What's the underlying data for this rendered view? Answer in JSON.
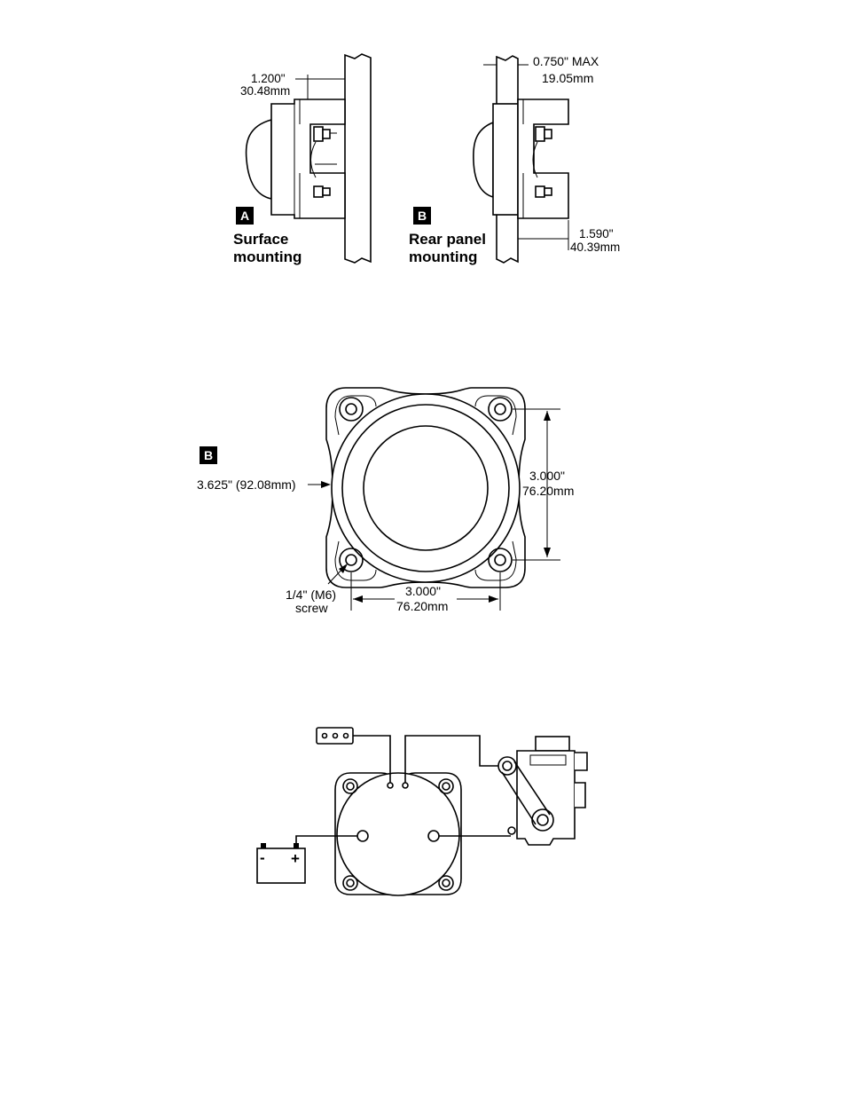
{
  "figures": {
    "side_views": {
      "view_a": {
        "badge": "A",
        "caption_line1": "Surface",
        "caption_line2": "mounting",
        "dim_inch": "1.200\"",
        "dim_mm": "30.48mm"
      },
      "view_b": {
        "badge": "B",
        "caption_line1": "Rear panel",
        "caption_line2": "mounting",
        "panel_dim_inch": "0.750\" MAX",
        "panel_dim_mm": "19.05mm",
        "depth_dim_inch": "1.590\"",
        "depth_dim_mm": "40.39mm"
      }
    },
    "front_view": {
      "badge": "B",
      "diameter_label": "3.625\" (92.08mm)",
      "vertical_dim_inch": "3.000\"",
      "vertical_dim_mm": "76.20mm",
      "horizontal_dim_inch": "3.000\"",
      "horizontal_dim_mm": "76.20mm",
      "screw_line1": "1/4\" (M6)",
      "screw_line2": "screw"
    },
    "wiring": {
      "battery_minus": "-",
      "battery_plus": "+"
    }
  }
}
